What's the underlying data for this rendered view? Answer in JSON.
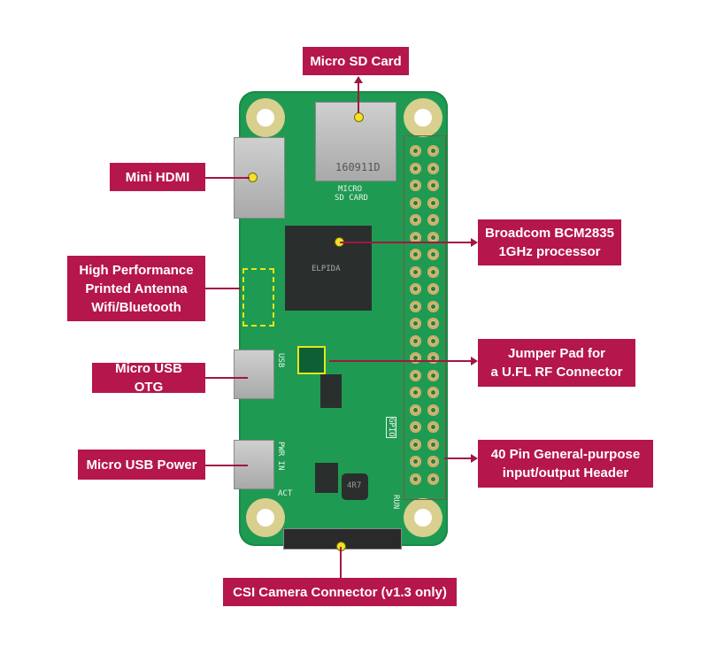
{
  "labels": {
    "micro_sd": "Micro SD Card",
    "mini_hdmi": "Mini HDMI",
    "processor_line1": "Broadcom BCM2835",
    "processor_line2": "1GHz processor",
    "antenna_line1": "High Performance",
    "antenna_line2": "Printed Antenna",
    "antenna_line3": "Wifi/Bluetooth",
    "jumper_line1": "Jumper Pad for",
    "jumper_line2": "a U.FL RF Connector",
    "usb_otg": "Micro USB OTG",
    "gpio_line1": "40 Pin General-purpose",
    "gpio_line2": "input/output Header",
    "usb_power": "Micro USB Power",
    "csi": "CSI Camera Connector (v1.3 only)"
  },
  "board_silkscreen": {
    "sd_code": "160911D",
    "sd_label1": "MICRO",
    "sd_label2": "SD CARD",
    "ram_brand": "ELPIDA",
    "usb": "USB",
    "pwr_in": "PWR IN",
    "act": "ACT",
    "gpio": "GPIO",
    "run": "RUN",
    "inductor": "4R7"
  },
  "gpio_pin_count": 40,
  "colors": {
    "label_bg": "#b5164b",
    "board": "#1f9a52",
    "marker": "#f3e12a",
    "highlight": "#e6e619"
  }
}
